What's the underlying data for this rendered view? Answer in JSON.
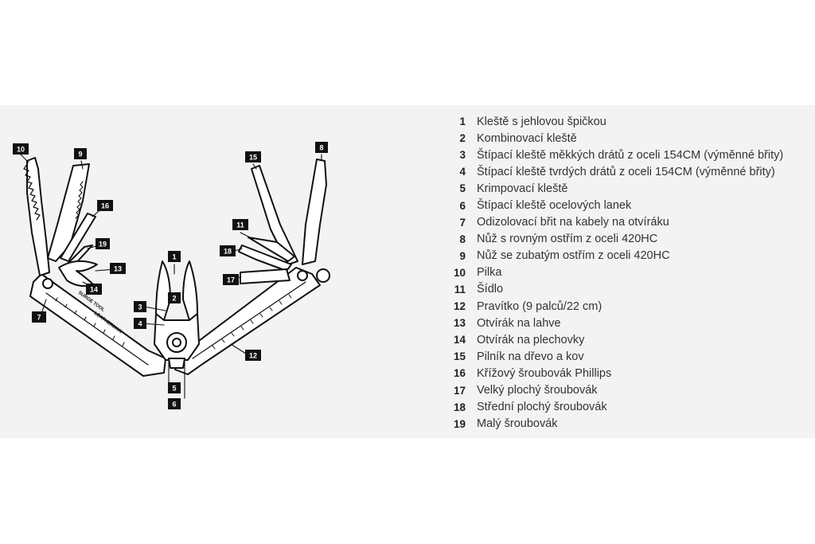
{
  "brand_engraving": "LEATHERMAN",
  "model_engraving": "SURGE TOOL",
  "legend": [
    {
      "num": "1",
      "label": "Kleště s jehlovou špičkou"
    },
    {
      "num": "2",
      "label": "Kombinovací kleště"
    },
    {
      "num": "3",
      "label": "Štípací kleště měkkých drátů z oceli 154CM (výměnné břity)"
    },
    {
      "num": "4",
      "label": "Štípací kleště tvrdých drátů z oceli 154CM (výměnné břity)"
    },
    {
      "num": "5",
      "label": "Krimpovací kleště"
    },
    {
      "num": "6",
      "label": "Štípací kleště ocelových lanek"
    },
    {
      "num": "7",
      "label": "Odizolovací břit na kabely na otvíráku"
    },
    {
      "num": "8",
      "label": "Nůž s rovným ostřím z oceli 420HC"
    },
    {
      "num": "9",
      "label": "Nůž se zubatým ostřím z oceli 420HC"
    },
    {
      "num": "10",
      "label": "Pilka"
    },
    {
      "num": "11",
      "label": "Šídlo"
    },
    {
      "num": "12",
      "label": "Pravítko (9 palců/22 cm)"
    },
    {
      "num": "13",
      "label": "Otvírák na lahve"
    },
    {
      "num": "14",
      "label": "Otvírák na plechovky"
    },
    {
      "num": "15",
      "label": "Pilník na dřevo a kov"
    },
    {
      "num": "16",
      "label": "Křížový šroubovák Phillips"
    },
    {
      "num": "17",
      "label": "Velký plochý šroubovák"
    },
    {
      "num": "18",
      "label": "Střední plochý šroubovák"
    },
    {
      "num": "19",
      "label": "Malý šroubovák"
    }
  ]
}
